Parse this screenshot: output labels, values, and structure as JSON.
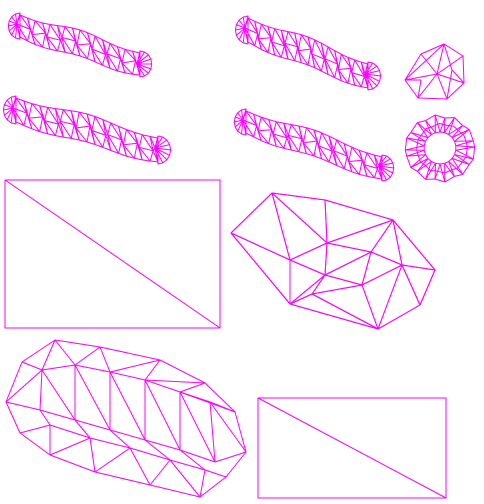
{
  "colors": {
    "background": "#ffffff",
    "mesh": "#ff00ff"
  },
  "shapes": [
    {
      "name": "elongated-blob-mesh-1",
      "kind": "triangulated-mesh"
    },
    {
      "name": "elongated-blob-mesh-2",
      "kind": "triangulated-mesh"
    },
    {
      "name": "elongated-blob-mesh-3",
      "kind": "triangulated-mesh"
    },
    {
      "name": "elongated-blob-mesh-4",
      "kind": "triangulated-mesh"
    },
    {
      "name": "small-rounded-mesh",
      "kind": "triangulated-mesh"
    },
    {
      "name": "ring-mesh",
      "kind": "triangulated-mesh"
    },
    {
      "name": "rectangle-with-diagonal-1",
      "kind": "rectangle-diagonal"
    },
    {
      "name": "hexagonal-coarse-mesh",
      "kind": "triangulated-mesh"
    },
    {
      "name": "large-oval-mesh",
      "kind": "triangulated-mesh"
    },
    {
      "name": "rectangle-with-diagonal-2",
      "kind": "rectangle-diagonal"
    }
  ]
}
